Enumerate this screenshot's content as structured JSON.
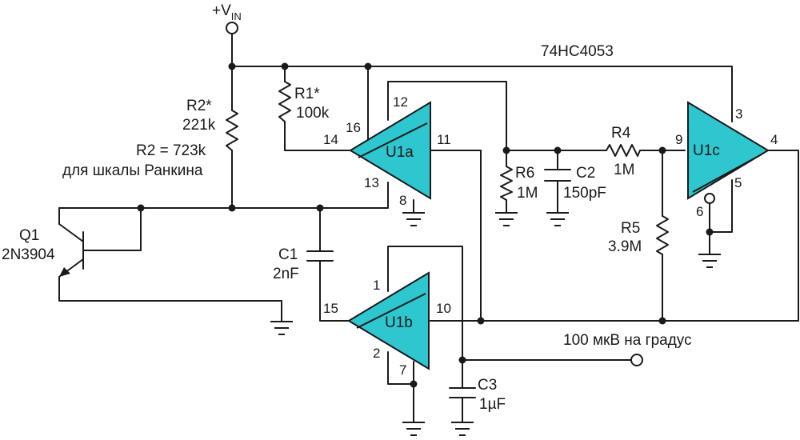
{
  "colors": {
    "switch_fill": "#2ec7cf",
    "line": "#1a1a1a"
  },
  "supply": {
    "label_main": "+V",
    "label_sub": "IN"
  },
  "chip": {
    "part": "74HC4053"
  },
  "switches": [
    {
      "name": "U1a"
    },
    {
      "name": "U1b"
    },
    {
      "name": "U1c"
    }
  ],
  "pins": {
    "u1a_12": "12",
    "u1a_16": "16",
    "u1a_14": "14",
    "u1a_11": "11",
    "u1a_13": "13",
    "u1a_8": "8",
    "u1b_1": "1",
    "u1b_15": "15",
    "u1b_10": "10",
    "u1b_2": "2",
    "u1b_7": "7",
    "u1c_3": "3",
    "u1c_9": "9",
    "u1c_4": "4",
    "u1c_5": "5",
    "u1c_6": "6"
  },
  "components": {
    "r1": {
      "name": "R1*",
      "value": "100k"
    },
    "r2": {
      "name": "R2*",
      "value": "221k",
      "note1": "R2 = 723k",
      "note2": "для шкалы Ранкина"
    },
    "r4": {
      "name": "R4",
      "value": "1M"
    },
    "r5": {
      "name": "R5",
      "value": "3.9M"
    },
    "r6": {
      "name": "R6",
      "value": "1M"
    },
    "c1": {
      "name": "C1",
      "value": "2nF"
    },
    "c2": {
      "name": "C2",
      "value": "150pF"
    },
    "c3": {
      "name": "C3",
      "value": "1µF"
    },
    "q1": {
      "name": "Q1",
      "part": "2N3904"
    }
  },
  "output": {
    "label": "100 мкВ на градус"
  }
}
